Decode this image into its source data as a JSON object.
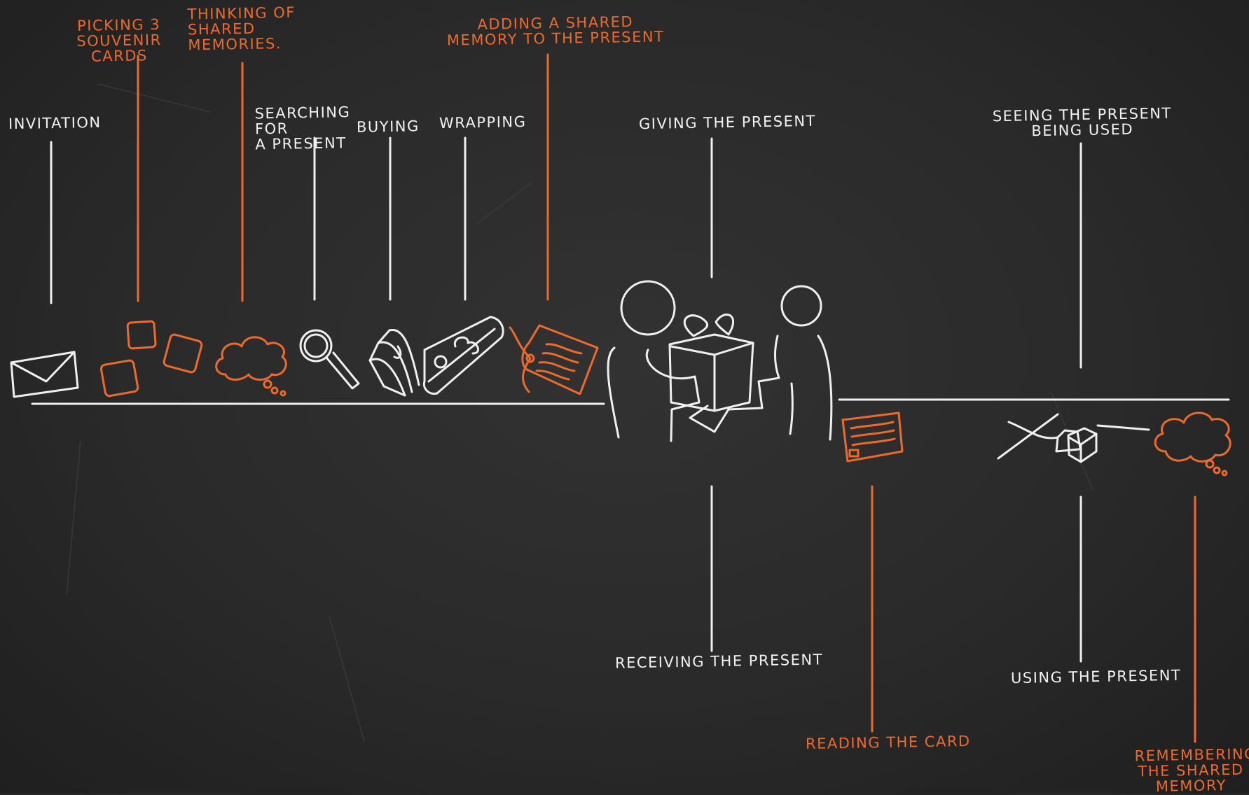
{
  "top_labels": {
    "invitation": "INVITATION",
    "picking_cards": "PICKING 3\nSOUVENIR CARDS",
    "thinking_memories": "THINKING OF\nSHARED\nMEMORIES.",
    "searching_present": "SEARCHING FOR\nA PRESENT",
    "buying": "BUYING",
    "wrapping": "WRAPPING",
    "adding_memory": "ADDING A SHARED\nMEMORY TO THE PRESENT",
    "giving_present": "GIVING THE PRESENT",
    "seeing_present_used": "SEEING THE PRESENT\nBEING USED"
  },
  "bottom_labels": {
    "receiving_present": "RECEIVING THE PRESENT",
    "reading_card": "READING THE CARD",
    "using_present": "USING THE PRESENT",
    "remembering_memory": "REMEMBERING\nTHE SHARED\nMEMORY"
  },
  "colors": {
    "chalk_white": "#efefef",
    "chalk_orange": "#ee6a2a",
    "board": "#2a2a2a"
  },
  "icons": [
    "envelope-icon",
    "souvenir-cards-icon",
    "thought-cloud-icon",
    "magnifier-icon",
    "money-icon",
    "wrapped-package-icon",
    "tag-icon",
    "people-giving-gift-icon",
    "card-icon",
    "hand-with-present-icon",
    "memory-cloud-icon"
  ]
}
